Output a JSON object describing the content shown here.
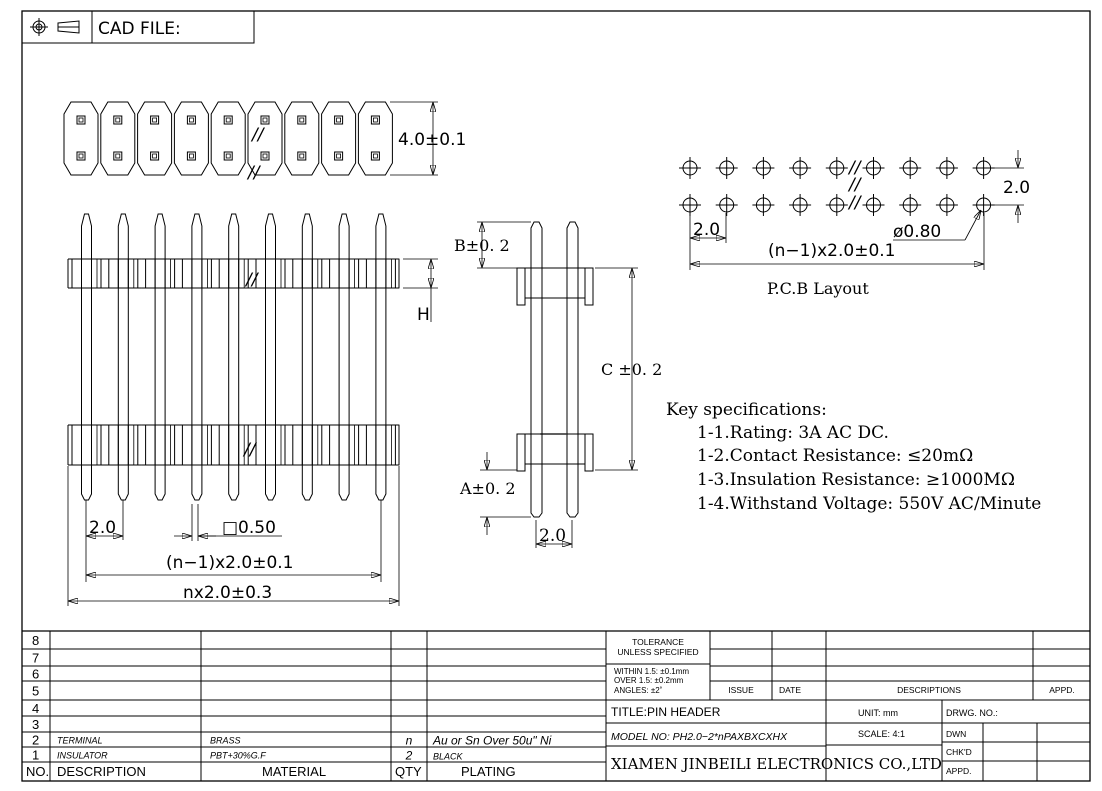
{
  "header": {
    "cad_file_label": "CAD FILE:",
    "projection_icon": "third-angle-projection-icon"
  },
  "top_view": {
    "pin_count_shown": 9,
    "width_dim": "4.0±0.1"
  },
  "front_view": {
    "height_dim_label": "H",
    "pitch_dim": "2.0",
    "pin_size_dim": "□0.50",
    "pitch_total_dim": "(n−1)x2.0±0.1",
    "overall_dim": "nx2.0±0.3"
  },
  "side_view": {
    "b_dim": "B±0. 2",
    "c_dim": "C ±0. 2",
    "a_dim": "A±0. 2",
    "row_pitch_dim": "2.0"
  },
  "pcb_layout": {
    "row_spacing_dim": "2.0",
    "pitch_dim": "2.0",
    "hole_dim": "ø0.80",
    "total_dim": "(n−1)x2.0±0.1",
    "caption": "P.C.B Layout"
  },
  "specs": {
    "heading": "Key specifications:",
    "items": [
      "1-1.Rating: 3A AC DC.",
      "1-2.Contact Resistance: ≤20mΩ",
      "1-3.Insulation Resistance: ≥1000MΩ",
      "1-4.Withstand Voltage: 550V AC/Minute"
    ]
  },
  "bom": {
    "headers": {
      "no": "NO.",
      "description": "DESCRIPTION",
      "material": "MATERIAL",
      "qty": "QTY",
      "plating": "PLATING"
    },
    "rows": [
      {
        "no": "8",
        "description": "",
        "material": "",
        "qty": "",
        "plating": ""
      },
      {
        "no": "7",
        "description": "",
        "material": "",
        "qty": "",
        "plating": ""
      },
      {
        "no": "6",
        "description": "",
        "material": "",
        "qty": "",
        "plating": ""
      },
      {
        "no": "5",
        "description": "",
        "material": "",
        "qty": "",
        "plating": ""
      },
      {
        "no": "4",
        "description": "",
        "material": "",
        "qty": "",
        "plating": ""
      },
      {
        "no": "3",
        "description": "",
        "material": "",
        "qty": "",
        "plating": ""
      },
      {
        "no": "2",
        "description": "TERMINAL",
        "material": "BRASS",
        "qty": "n",
        "plating": "Au or Sn Over 50u\" Ni"
      },
      {
        "no": "1",
        "description": "INSULATOR",
        "material": "PBT+30%G.F",
        "qty": "2",
        "plating": "BLACK"
      }
    ]
  },
  "title_block": {
    "tolerance_title": "TOLERANCE",
    "tolerance_sub": "UNLESS SPECIFIED",
    "tol_line1": "WITHIN 1.5: ±0.1mm",
    "tol_line2": "OVER 1.5:  ±0.2mm",
    "tol_line3": "ANGLES: ±2˚",
    "issue": "ISSUE",
    "date": "DATE",
    "descriptions": "DESCRIPTIONS",
    "appd_rev": "APPD.",
    "title": "TITLE:PIN  HEADER",
    "unit": "UNIT: mm",
    "drwg_no": "DRWG.  NO.:",
    "model_no": "MODEL  NO: PH2.0−2*nPAXBXCXHX",
    "scale": "SCALE: 4:1",
    "dwn": "DWN",
    "chkd": "CHK'D",
    "appd": "APPD.",
    "company": "XIAMEN JINBEILI ELECTRONICS CO.,LTD"
  },
  "colors": {
    "line": "#000000",
    "company_text": "#1a2a6c",
    "background": "#ffffff"
  }
}
